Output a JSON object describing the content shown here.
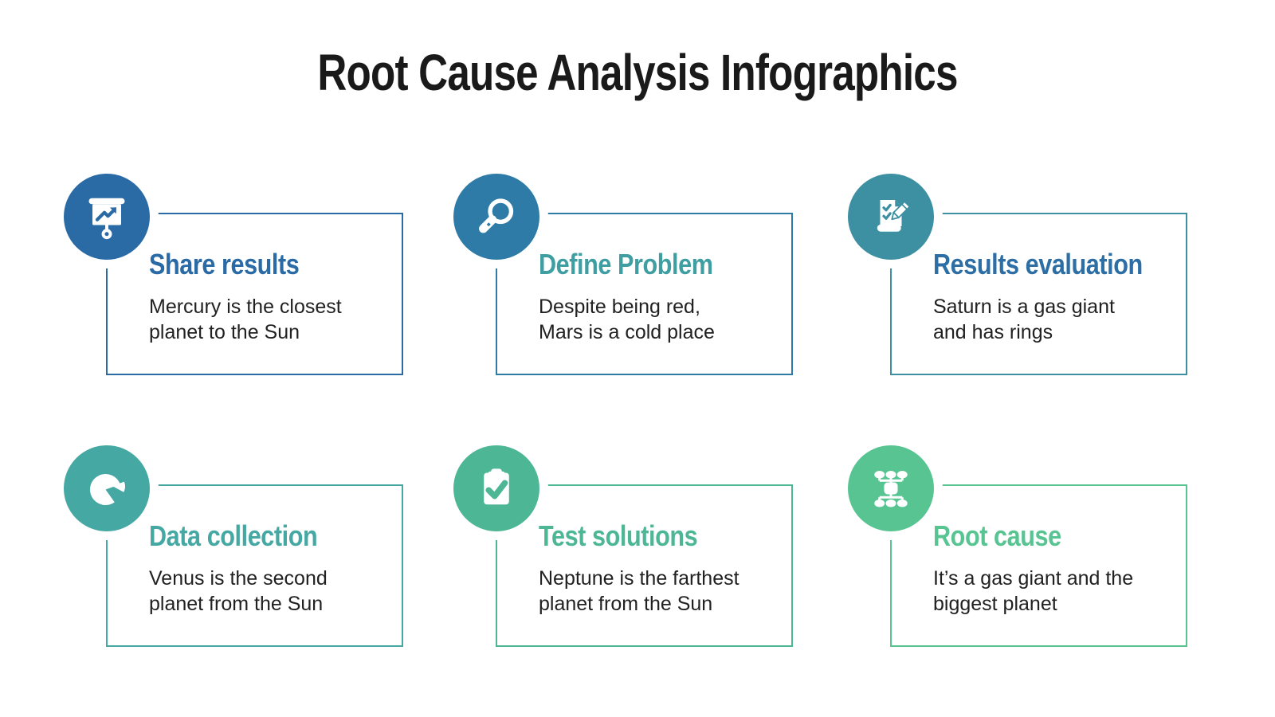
{
  "page_title": "Root Cause Analysis Infographics",
  "theme": {
    "heading_color": "#1a1a1a",
    "body_color": "#212121",
    "background": "#ffffff"
  },
  "cards": [
    {
      "title": "Share results",
      "description": "Mercury is the closest\nplanet to the Sun",
      "accent": "#2a6ba6",
      "title_color": "#2a6ba6",
      "icon": "presentation-chart-icon"
    },
    {
      "title": "Define Problem",
      "description": "Despite being red,\nMars is a cold place",
      "accent": "#2e7ba8",
      "title_color": "#3f9ea1",
      "icon": "magnifier-icon"
    },
    {
      "title": "Results evaluation",
      "description": "Saturn is a gas giant\nand has rings",
      "accent": "#3d90a1",
      "title_color": "#2d6ea5",
      "icon": "checklist-pencil-icon"
    },
    {
      "title": "Data collection",
      "description": "Venus is the second\nplanet from the Sun",
      "accent": "#45a8a2",
      "title_color": "#45a8a2",
      "icon": "pie-chart-icon"
    },
    {
      "title": "Test solutions",
      "description": "Neptune is the farthest\nplanet from the Sun",
      "accent": "#4db795",
      "title_color": "#4db795",
      "icon": "clipboard-check-icon"
    },
    {
      "title": "Root cause",
      "description": "It’s a gas giant and the\nbiggest planet",
      "accent": "#58c492",
      "title_color": "#58c492",
      "icon": "org-chart-icon"
    }
  ]
}
